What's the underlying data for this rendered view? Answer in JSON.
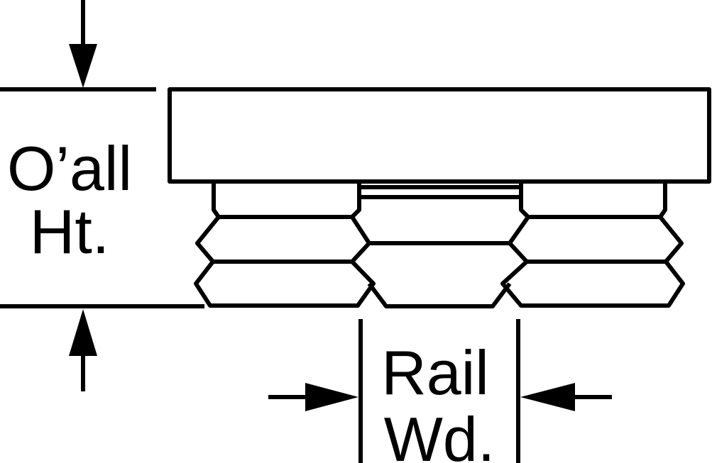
{
  "labels": {
    "overall_height": [
      "O’all",
      "Ht."
    ],
    "rail_width": [
      "Rail",
      "Wd."
    ]
  },
  "colors": {
    "stroke": "#000000",
    "background": "#ffffff"
  }
}
